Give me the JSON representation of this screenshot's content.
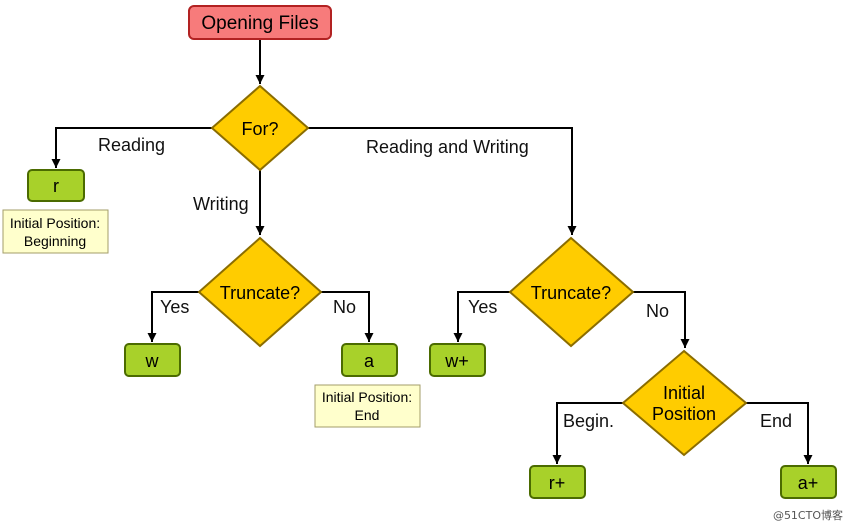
{
  "colors": {
    "start_fill": "#f77b7b",
    "start_stroke": "#b22222",
    "decision_fill": "#ffcc00",
    "decision_stroke": "#8b6d00",
    "mode_fill": "#a8d12a",
    "mode_stroke": "#4b6b00",
    "note_fill": "#ffffcc",
    "note_stroke": "#a39d6a",
    "edge": "#000000"
  },
  "nodes": {
    "start": "Opening Files",
    "for": "For?",
    "truncate_left": "Truncate?",
    "truncate_right": "Truncate?",
    "initial_position_line1": "Initial",
    "initial_position_line2": "Position",
    "mode_r": "r",
    "mode_w": "w",
    "mode_a": "a",
    "mode_wplus": "w+",
    "mode_rplus": "r+",
    "mode_aplus": "a+"
  },
  "edges": {
    "reading": "Reading",
    "writing": "Writing",
    "reading_and_writing": "Reading and Writing",
    "yes_left": "Yes",
    "no_left": "No",
    "yes_right": "Yes",
    "no_right": "No",
    "begin": "Begin.",
    "end": "End"
  },
  "notes": {
    "r_line1": "Initial Position:",
    "r_line2": "Beginning",
    "a_line1": "Initial Position:",
    "a_line2": "End"
  },
  "watermark": "@51CTO博客"
}
